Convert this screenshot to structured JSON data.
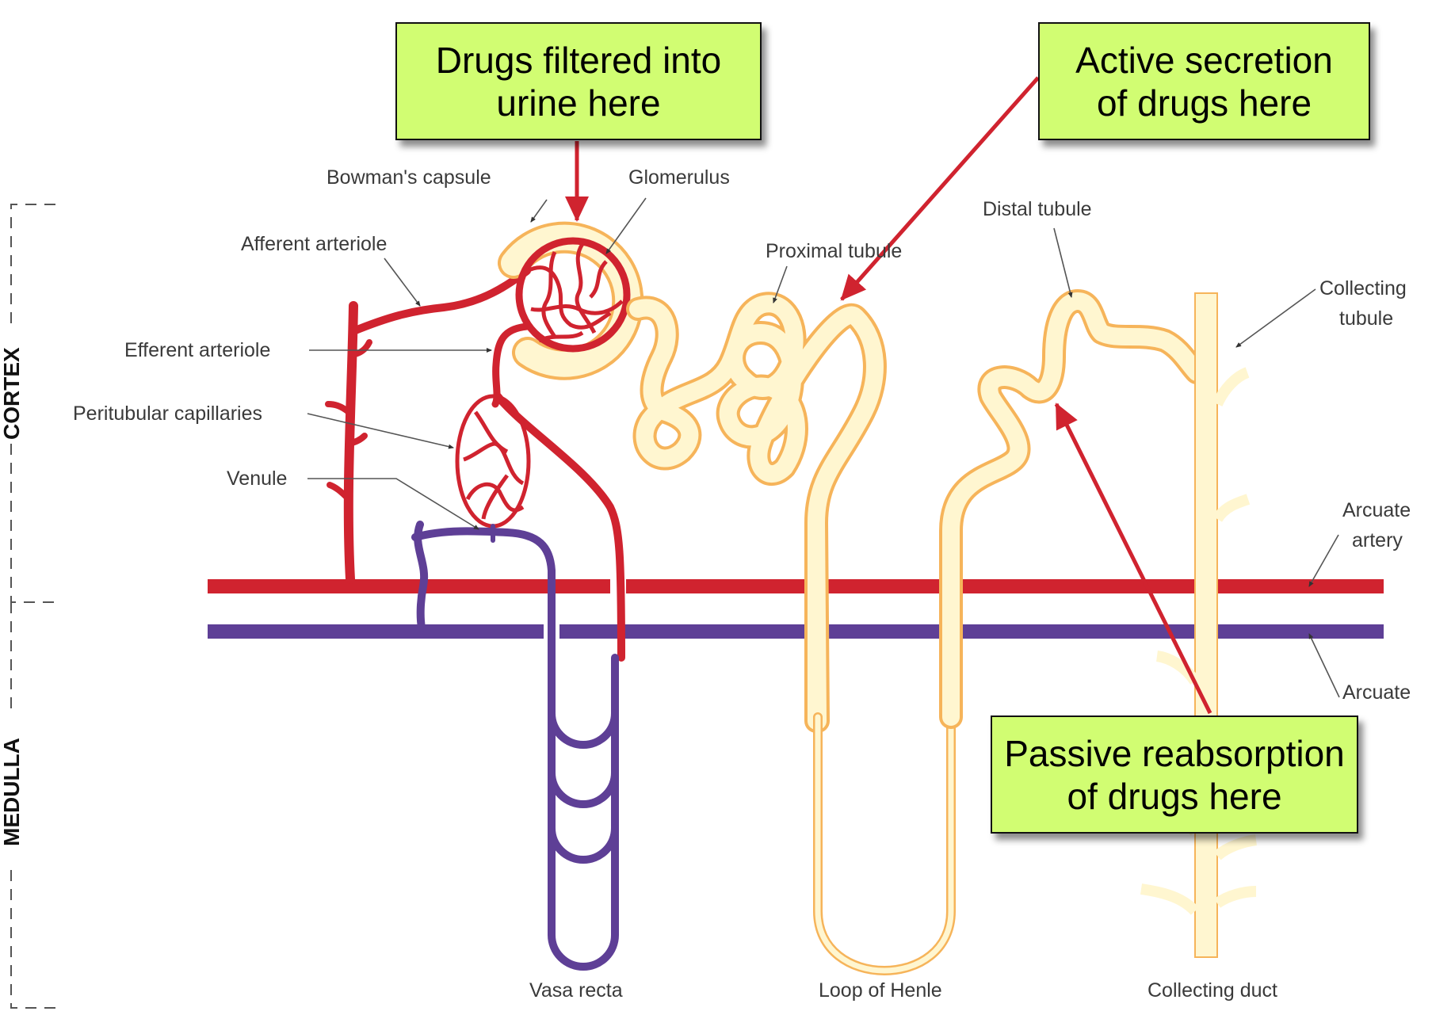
{
  "diagram": {
    "title": "Nephron drug handling",
    "colors": {
      "artery": "#d0232f",
      "vein": "#5e3f96",
      "tubule_fill": "#fff6d0",
      "tubule_edge": "#f6b45a",
      "callout_fill": "#d1fd72",
      "annotation_arrow": "#d0232f",
      "leader_line": "#444444"
    },
    "zones": {
      "cortex": "CORTEX",
      "medulla": "MEDULLA"
    },
    "callouts": {
      "filtered": {
        "line1": "Drugs filtered into",
        "line2": "urine here"
      },
      "secretion": {
        "line1": "Active secretion",
        "line2": "of drugs here"
      },
      "reabsorption": {
        "line1": "Passive reabsorption",
        "line2": "of drugs here"
      }
    },
    "labels": {
      "bowmans_capsule": "Bowman's capsule",
      "glomerulus": "Glomerulus",
      "afferent_arteriole": "Afferent arteriole",
      "efferent_arteriole": "Efferent arteriole",
      "peritubular_capillaries": "Peritubular capillaries",
      "venule": "Venule",
      "proximal_tubule": "Proximal tubule",
      "distal_tubule": "Distal tubule",
      "collecting_tubule_1": "Collecting",
      "collecting_tubule_2": "tubule",
      "arcuate_artery_1": "Arcuate",
      "arcuate_artery_2": "artery",
      "arcuate_vein_1": "Arcuate",
      "vasa_recta": "Vasa recta",
      "loop_of_henle": "Loop of Henle",
      "collecting_duct": "Collecting duct"
    }
  }
}
